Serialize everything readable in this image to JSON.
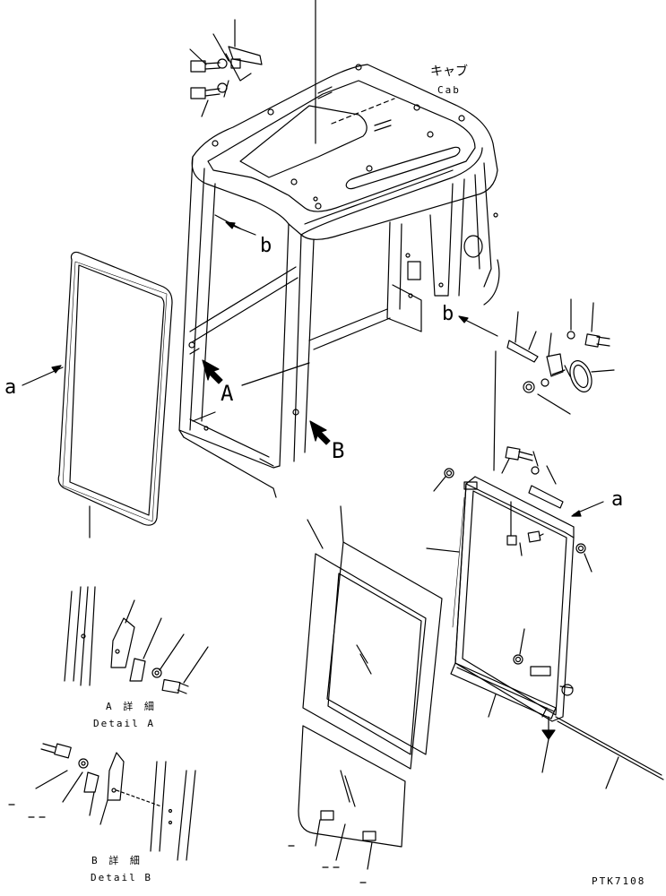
{
  "labels": {
    "cab_jp": "キャブ",
    "cab_en": "Cab",
    "a_left": "a",
    "a_right": "a",
    "b_top": "b",
    "b_right": "b",
    "view_a": "A",
    "view_b": "B",
    "detail_a_jp": "A 詳 細",
    "detail_a_en": "Detail A",
    "detail_b_jp": "B 詳 細",
    "detail_b_en": "Detail B",
    "drawing_code": "PTK7108"
  },
  "colors": {
    "line": "#000000",
    "background": "#ffffff"
  }
}
